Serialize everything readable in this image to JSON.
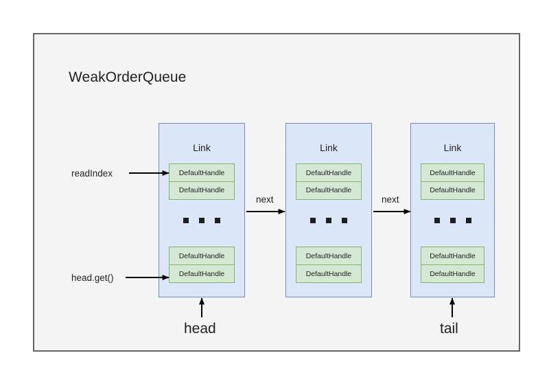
{
  "diagram": {
    "container_title": "WeakOrderQueue",
    "colors": {
      "container_bg": "#f4f4f4",
      "container_border": "#666666",
      "link_fill": "#dbe7f9",
      "link_stroke": "#6c8ebf",
      "handle_fill": "#d5e8d4",
      "handle_stroke": "#82b366",
      "text": "#1f1f1f",
      "arrow": "#000000"
    },
    "nodes": [
      {
        "id": "link-1",
        "title": "Link",
        "handles_top": [
          "DefaultHandle",
          "DefaultHandle"
        ],
        "ellipsis": "...",
        "handles_bottom": [
          "DefaultHandle",
          "DefaultHandle"
        ]
      },
      {
        "id": "link-2",
        "title": "Link",
        "handles_top": [
          "DefaultHandle",
          "DefaultHandle"
        ],
        "ellipsis": "...",
        "handles_bottom": [
          "DefaultHandle",
          "DefaultHandle"
        ]
      },
      {
        "id": "link-3",
        "title": "Link",
        "handles_top": [
          "DefaultHandle",
          "DefaultHandle"
        ],
        "ellipsis": "...",
        "handles_bottom": [
          "DefaultHandle",
          "DefaultHandle"
        ]
      }
    ],
    "labels": {
      "read_index": "readIndex",
      "head_get": "head.get()",
      "next_1": "next",
      "next_2": "next",
      "head": "head",
      "tail": "tail"
    }
  }
}
